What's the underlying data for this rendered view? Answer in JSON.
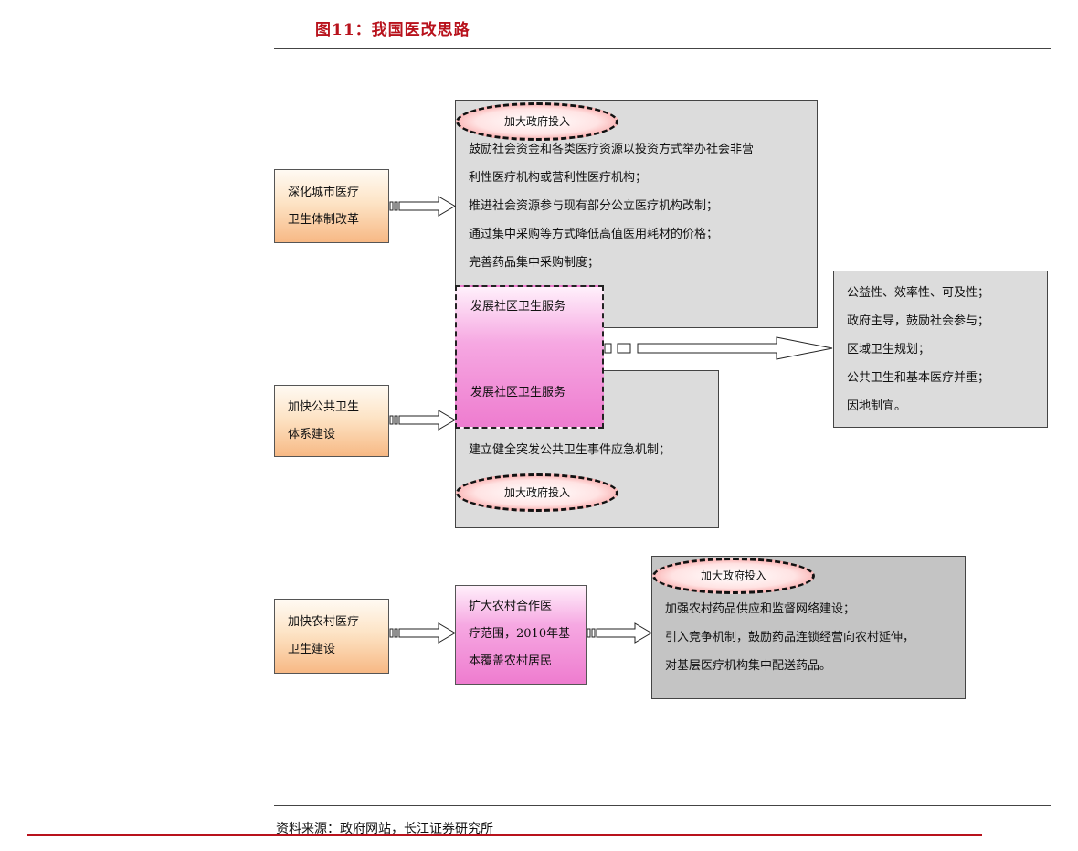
{
  "title": "图11：我国医改思路",
  "source": "资料来源：政府网站，长江证券研究所",
  "left_nodes": {
    "urban": [
      "深化城市医疗",
      "卫生体制改革"
    ],
    "public": [
      "加快公共卫生",
      "体系建设"
    ],
    "rural": [
      "加快农村医疗",
      "卫生建设"
    ]
  },
  "urban_box": {
    "oval": "加大政府投入",
    "lines": [
      "鼓励社会资金和各类医疗资源以投资方式举办社会非营",
      "利性医疗机构或营利性医疗机构；",
      "推进社会资源参与现有部分公立医疗机构改制；",
      "通过集中采购等方式降低高值医用耗材的价格；",
      "完善药品集中采购制度；"
    ]
  },
  "community": {
    "top": "发展社区卫生服务",
    "bottom": "发展社区卫生服务"
  },
  "public_box": {
    "line": "建立健全突发公共卫生事件应急机制；",
    "oval": "加大政府投入"
  },
  "right_box": {
    "lines": [
      "公益性、效率性、可及性；",
      "政府主导，鼓励社会参与；",
      "区域卫生规划；",
      "公共卫生和基本医疗并重；",
      "因地制宜。"
    ]
  },
  "rural_mid": {
    "lines": [
      "扩大农村合作医",
      "疗范围，2010年基",
      "本覆盖农村居民"
    ]
  },
  "rural_box": {
    "oval": "加大政府投入",
    "lines": [
      "加强农村药品供应和监督网络建设；",
      "引入竞争机制，鼓励药品连锁经营向农村延伸，",
      "对基层医疗机构集中配送药品。"
    ]
  },
  "colors": {
    "title_red": "#b8121c",
    "gray_box": "#dcdcdc",
    "dark_gray_box": "#c4c4c4"
  }
}
